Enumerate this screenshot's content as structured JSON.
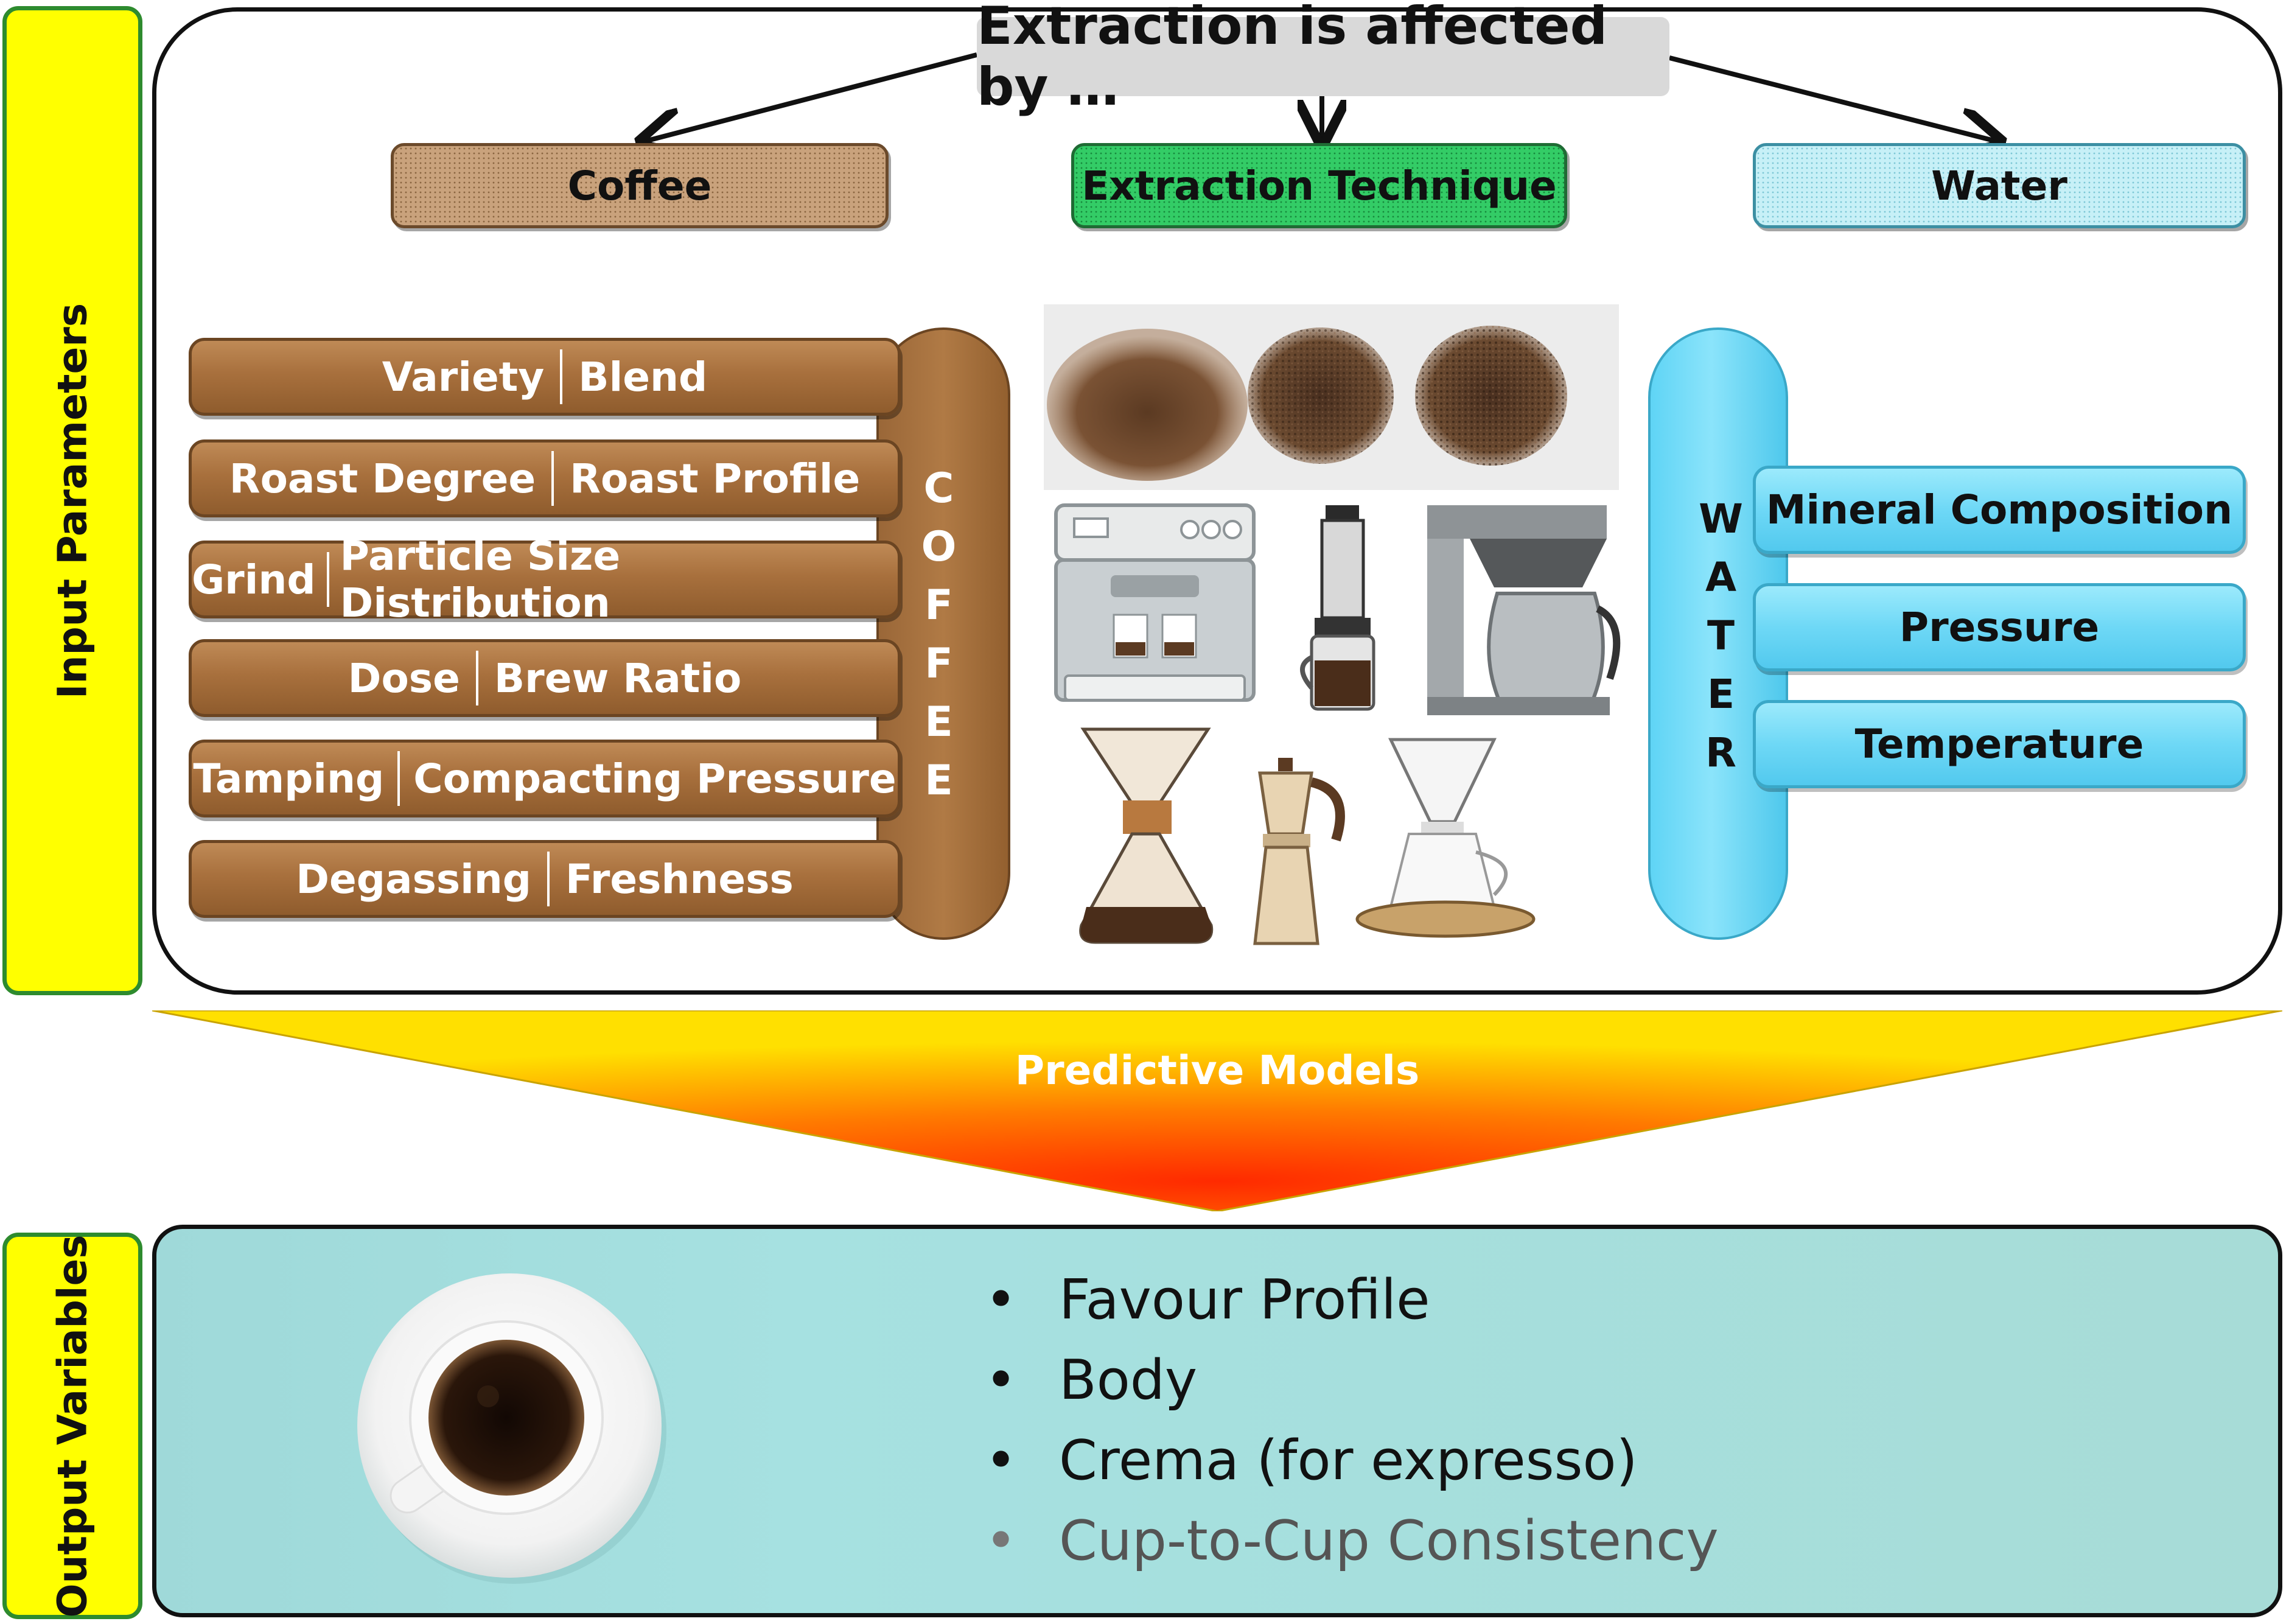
{
  "side_labels": {
    "input": "Input Parameters",
    "output": "Output Variables"
  },
  "header": {
    "title": "Extraction is affected by …"
  },
  "categories": {
    "coffee": "Coffee",
    "extraction": "Extraction Technique",
    "water": "Water"
  },
  "coffee_group": {
    "pill_letters": [
      "C",
      "O",
      "F",
      "F",
      "E",
      "E"
    ],
    "items": [
      {
        "left": "Variety",
        "right": "Blend"
      },
      {
        "left": "Roast Degree",
        "right": "Roast Profile"
      },
      {
        "left": "Grind",
        "right": "Particle Size Distribution"
      },
      {
        "left": "Dose",
        "right": "Brew Ratio"
      },
      {
        "left": "Tamping",
        "right": "Compacting Pressure"
      },
      {
        "left": "Degassing",
        "right": "Freshness"
      }
    ]
  },
  "water_group": {
    "pill_letters": [
      "W",
      "A",
      "T",
      "E",
      "R"
    ],
    "items": [
      "Mineral Composition",
      "Pressure",
      "Temperature"
    ]
  },
  "predictive": {
    "label": "Predictive Models"
  },
  "outputs": {
    "items": [
      "Favour Profile",
      "Body",
      "Crema (for expresso)",
      "Cup-to-Cup Consistency"
    ],
    "bullet": "•"
  },
  "colors": {
    "side_label_fill": "#ffff00",
    "side_label_border": "#2e8b2e",
    "coffee_brown": "#a8703d",
    "extraction_green": "#33cc66",
    "water_cyan": "#6ed8f6",
    "arrow_yellow": "#ffd200",
    "arrow_red": "#ff3300",
    "output_teal": "#a6e1e1"
  },
  "icons": [
    "coffee-grounds-image",
    "espresso-machine-icon",
    "aeropress-icon",
    "drip-coffee-maker-icon",
    "chemex-icon",
    "moka-pot-icon",
    "pour-over-dripper-icon",
    "coffee-cup-icon"
  ]
}
